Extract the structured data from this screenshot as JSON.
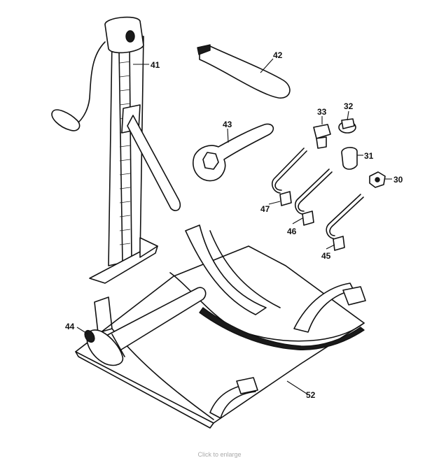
{
  "labels": {
    "jack": "41",
    "lever": "42",
    "spanner": "43",
    "bolt_33": "33",
    "nut_32": "32",
    "cap_31": "31",
    "nut_30": "30",
    "key_47": "47",
    "key_46": "46",
    "key_45": "45",
    "mallet": "44",
    "tool_roll": "52"
  },
  "caption": "Click to enlarge"
}
